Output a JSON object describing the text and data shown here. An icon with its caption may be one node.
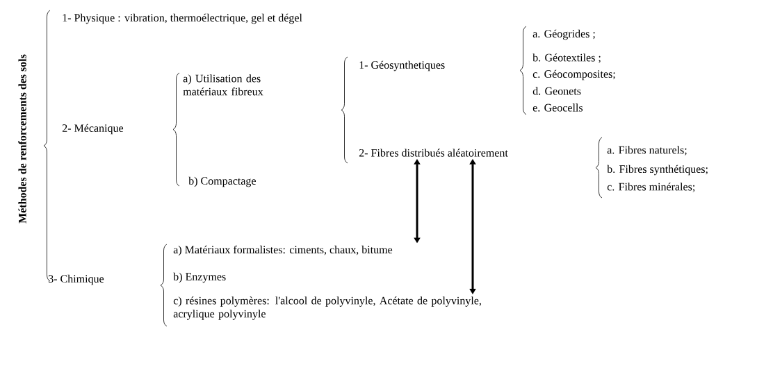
{
  "diagram": {
    "title": "Méthodes de renforcements des sols",
    "nodes": [
      {
        "text": [
          "2- Fibres distribués aléatoirement"
        ]
      },
      {
        "text": [
          "a) Matériaux formalistes: ciments, chaux, bitume"
        ]
      },
      {
        "text": [
          "c) résines polymères: l'alcool de polyvinyle, Acétate de polyvinyle, acrylique polyvinyle"
        ]
      }
    ],
    "edges": [
      {
        "from": 0,
        "to": 1,
        "arrow": "both"
      },
      {
        "from": 0,
        "to": 2,
        "arrow": "both"
      }
    ],
    "labels": [
      "1- Physique : vibration, thermoélectrique, gel et dégel",
      "2- Mécanique",
      "a) Utilisation des matériaux fibreux",
      "b) Compactage",
      "1- Géosynthetiques",
      "a. Géogrides ;",
      "b. Géotextiles ;",
      "c. Géocomposites;",
      "d. Geonets",
      "e. Geocells",
      "a. Fibres naturels;",
      "b. Fibres synthétiques;",
      "c. Fibres minérales;",
      "3- Chimique",
      "b) Enzymes"
    ]
  }
}
